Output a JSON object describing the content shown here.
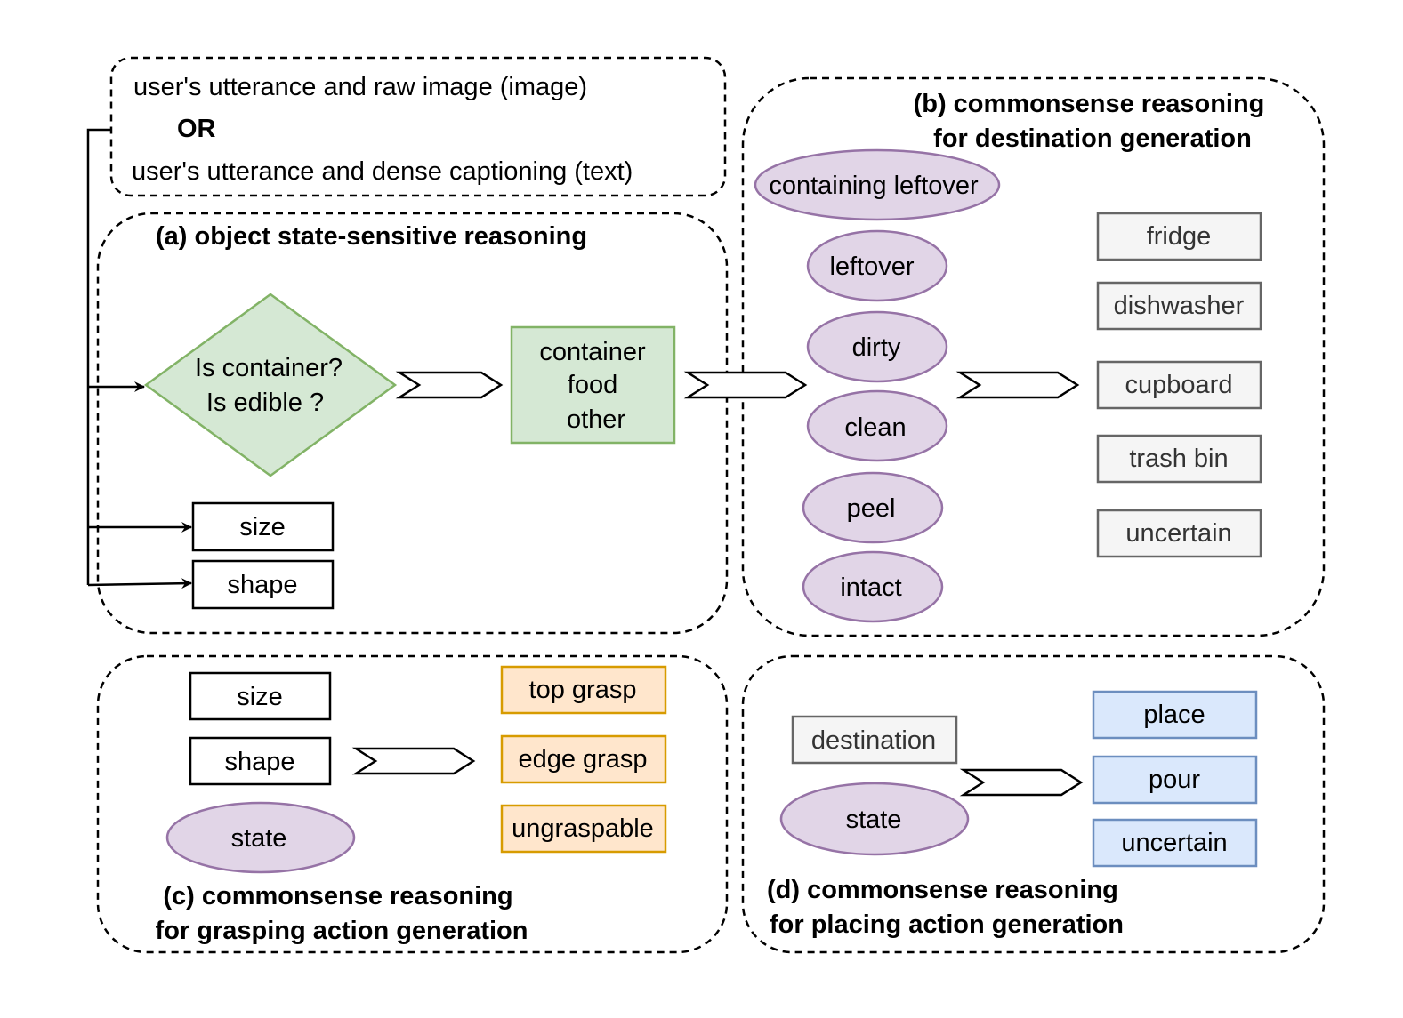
{
  "input": {
    "line1": "user's utterance and raw image (image)",
    "or": "OR",
    "line2": "user's utterance and dense captioning (text)"
  },
  "panel_a": {
    "title": "(a) object state-sensitive reasoning",
    "decision_line1": "Is container?",
    "decision_line2": "Is edible ?",
    "category_line1": "container",
    "category_line2": "food",
    "category_line3": "other",
    "size": "size",
    "shape": "shape"
  },
  "panel_b": {
    "title_line1": "(b) commonsense reasoning",
    "title_line2": "for destination generation",
    "states": [
      "containing leftover",
      "leftover",
      "dirty",
      "clean",
      "peel",
      "intact"
    ],
    "destinations": [
      "fridge",
      "dishwasher",
      "cupboard",
      "trash bin",
      "uncertain"
    ]
  },
  "panel_c": {
    "title_line1": "(c) commonsense reasoning",
    "title_line2": "for grasping action generation",
    "size": "size",
    "shape": "shape",
    "state": "state",
    "grasps": [
      "top grasp",
      "edge grasp",
      "ungraspable"
    ]
  },
  "panel_d": {
    "title_line1": "(d) commonsense reasoning",
    "title_line2": "for placing action generation",
    "destination": "destination",
    "state": "state",
    "actions": [
      "place",
      "pour",
      "uncertain"
    ]
  },
  "colors": {
    "green_fill": "#d5e8d4",
    "green_stroke": "#82b366",
    "purple_fill": "#e1d5e7",
    "purple_stroke": "#9673a6",
    "gray_fill": "#f5f5f5",
    "gray_stroke": "#666666",
    "orange_fill": "#ffe6cc",
    "orange_stroke": "#d79b00",
    "blue_fill": "#dae8fc",
    "blue_stroke": "#6c8ebf"
  }
}
